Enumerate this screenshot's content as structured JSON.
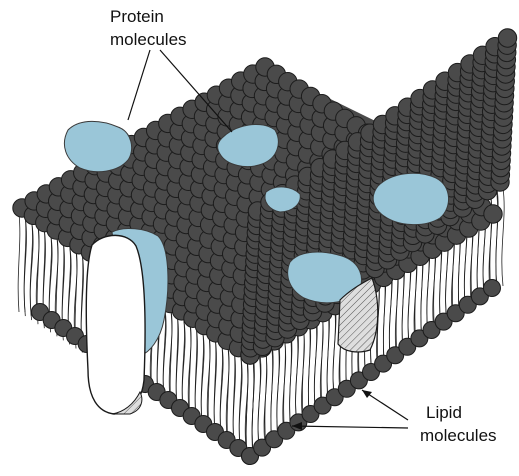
{
  "labels": {
    "protein": {
      "line1": "Protein",
      "line2": "molecules"
    },
    "lipid": {
      "line1": "Lipid",
      "line2": "molecules"
    }
  },
  "colors": {
    "lipid_head": "#4a4a4a",
    "lipid_head_edge": "#1c1c1c",
    "protein": "#9ac6d8",
    "tail": "#222222",
    "leader_line": "#111111",
    "cut_face": "#d9d9d9"
  }
}
